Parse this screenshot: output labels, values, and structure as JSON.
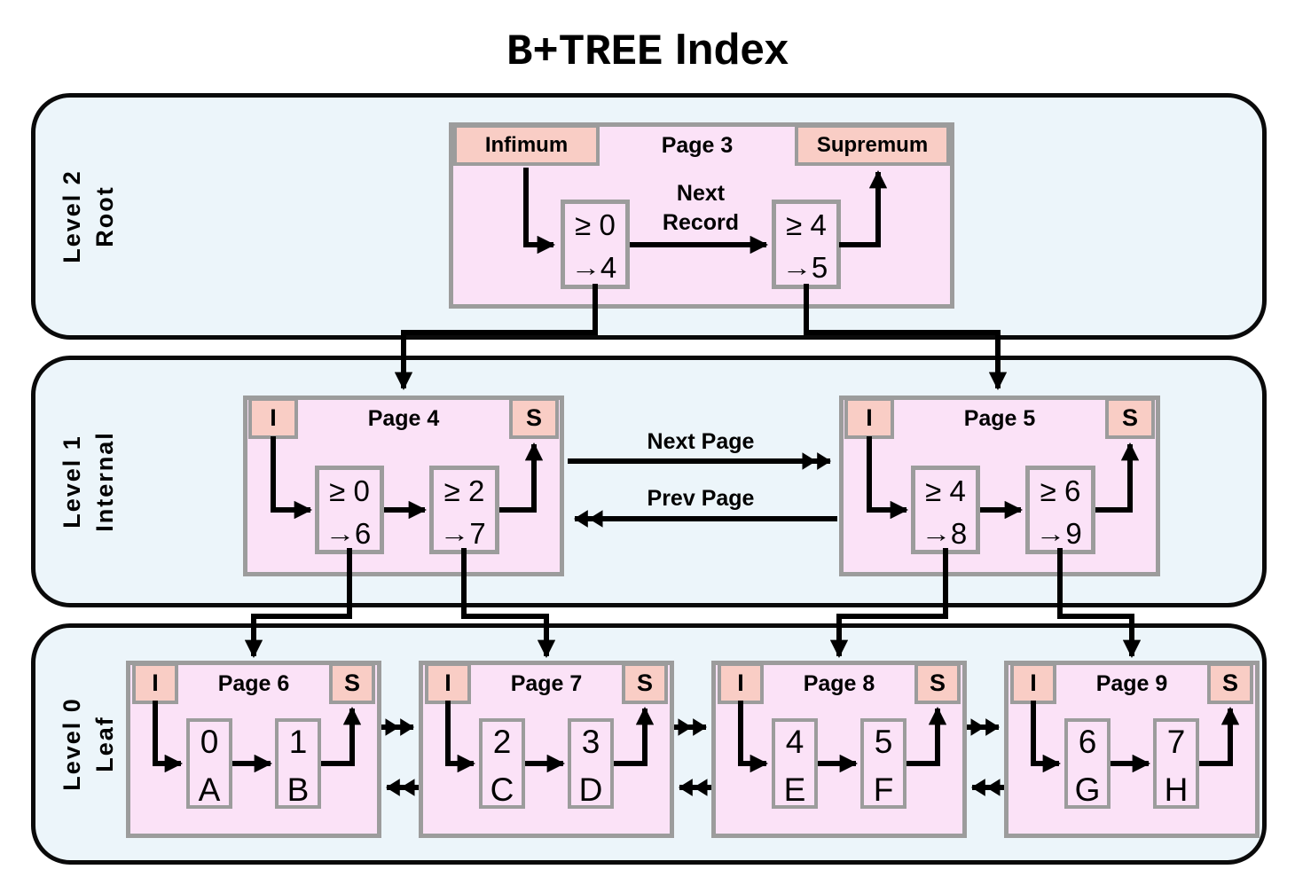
{
  "title": {
    "mono_part": "B+TREE",
    "sans_part": "Index"
  },
  "levels": {
    "root": {
      "line1": "Level 2",
      "line2": "Root"
    },
    "internal": {
      "line1": "Level 1",
      "line2": "Internal"
    },
    "leaf": {
      "line1": "Level 0",
      "line2": "Leaf"
    }
  },
  "link_labels": {
    "next_record_line1": "Next",
    "next_record_line2": "Record",
    "next_page": "Next Page",
    "prev_page": "Prev Page"
  },
  "tab_short": {
    "infimum": "I",
    "supremum": "S"
  },
  "pages": {
    "page3": {
      "title": "Page 3",
      "infimum_label": "Infimum",
      "supremum_label": "Supremum",
      "records": [
        {
          "key": "≥ 0",
          "child": "4"
        },
        {
          "key": "≥ 4",
          "child": "5"
        }
      ]
    },
    "page4": {
      "title": "Page 4",
      "records": [
        {
          "key": "≥ 0",
          "child": "6"
        },
        {
          "key": "≥ 2",
          "child": "7"
        }
      ]
    },
    "page5": {
      "title": "Page 5",
      "records": [
        {
          "key": "≥ 4",
          "child": "8"
        },
        {
          "key": "≥ 6",
          "child": "9"
        }
      ]
    },
    "page6": {
      "title": "Page 6",
      "records": [
        {
          "key": "0",
          "value": "A"
        },
        {
          "key": "1",
          "value": "B"
        }
      ]
    },
    "page7": {
      "title": "Page 7",
      "records": [
        {
          "key": "2",
          "value": "C"
        },
        {
          "key": "3",
          "value": "D"
        }
      ]
    },
    "page8": {
      "title": "Page 8",
      "records": [
        {
          "key": "4",
          "value": "E"
        },
        {
          "key": "5",
          "value": "F"
        }
      ]
    },
    "page9": {
      "title": "Page 9",
      "records": [
        {
          "key": "6",
          "value": "G"
        },
        {
          "key": "7",
          "value": "H"
        }
      ]
    }
  },
  "icons": {
    "pointer_arrow": "→"
  },
  "colors": {
    "container_bg": "#ECF5FA",
    "page_bg": "#FBE2F7",
    "tab_bg": "#F9CDC5",
    "border_gray": "#9C9C9C",
    "line": "#000000"
  }
}
